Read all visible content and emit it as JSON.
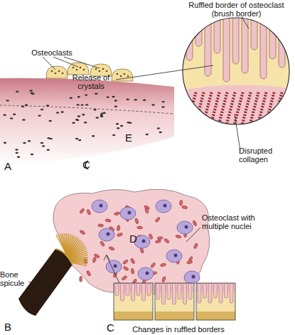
{
  "diagram": {
    "labels": [
      "Ruffled border of osteoclast (brush border)",
      "Osteoclasts",
      "Release of crystals",
      "E",
      "Disrupted collagen",
      "A",
      "C",
      "D",
      "Osteoclast with multiple nuclei",
      "Bone spicule",
      "C",
      "Changes in ruffled borders",
      "B"
    ]
  }
}
